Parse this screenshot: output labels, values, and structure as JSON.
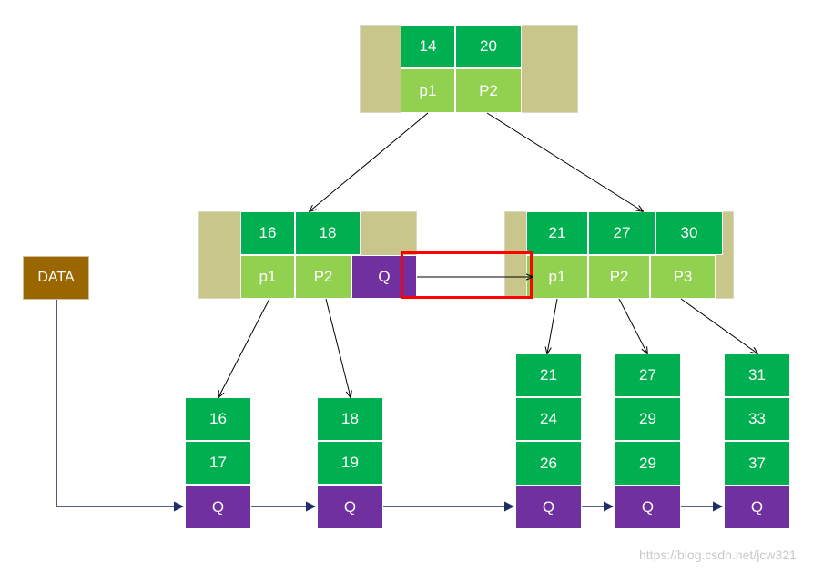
{
  "data_box": {
    "label": "DATA"
  },
  "root": {
    "keys": [
      "14",
      "20"
    ],
    "ptrs": [
      "p1",
      "P2"
    ]
  },
  "internal_left": {
    "keys": [
      "16",
      "18"
    ],
    "ptrs": [
      "p1",
      "P2"
    ],
    "next": "Q"
  },
  "internal_right": {
    "keys": [
      "21",
      "27",
      "30"
    ],
    "ptrs": [
      "p1",
      "P2",
      "P3"
    ]
  },
  "leaves": [
    {
      "values": [
        "16",
        "17"
      ],
      "next": "Q"
    },
    {
      "values": [
        "18",
        "19"
      ],
      "next": "Q"
    },
    {
      "values": [
        "21",
        "24",
        "26"
      ],
      "next": "Q"
    },
    {
      "values": [
        "27",
        "29",
        "29"
      ],
      "next": "Q"
    },
    {
      "values": [
        "31",
        "33",
        "37"
      ],
      "next": "Q"
    }
  ],
  "watermark": "https://blog.csdn.net/jcw321",
  "colors": {
    "key": "#00b050",
    "pointer": "#92d050",
    "link": "#7030a0",
    "node": "#c8c68a",
    "data": "#996600",
    "highlight": "#ff0000",
    "arrow_dark": "#1f2d6b"
  }
}
